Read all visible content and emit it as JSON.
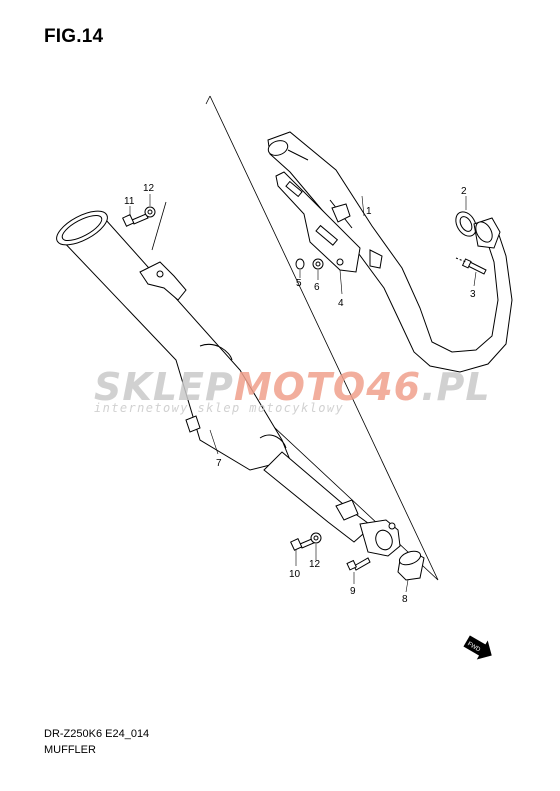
{
  "figure": {
    "title": "FIG.14",
    "code": "DR-Z250K6 E24_014",
    "name": "MUFFLER"
  },
  "watermark": {
    "brand_part1": "SKLEP",
    "brand_part2": "MOTO",
    "brand_part3": "46",
    "brand_part4": ".PL",
    "tagline": "internetowy sklep motocyklowy",
    "color_gray": "#c9c9c9",
    "color_red": "#f0a08c"
  },
  "direction_marker": {
    "label": "FWD"
  },
  "callouts": [
    {
      "id": "1",
      "text": "1"
    },
    {
      "id": "2",
      "text": "2"
    },
    {
      "id": "3",
      "text": "3"
    },
    {
      "id": "4",
      "text": "4"
    },
    {
      "id": "5",
      "text": "5"
    },
    {
      "id": "6",
      "text": "6"
    },
    {
      "id": "7",
      "text": "7"
    },
    {
      "id": "8",
      "text": "8"
    },
    {
      "id": "9",
      "text": "9"
    },
    {
      "id": "10",
      "text": "10"
    },
    {
      "id": "11",
      "text": "11"
    },
    {
      "id": "12a",
      "text": "12"
    },
    {
      "id": "12b",
      "text": "12"
    }
  ]
}
